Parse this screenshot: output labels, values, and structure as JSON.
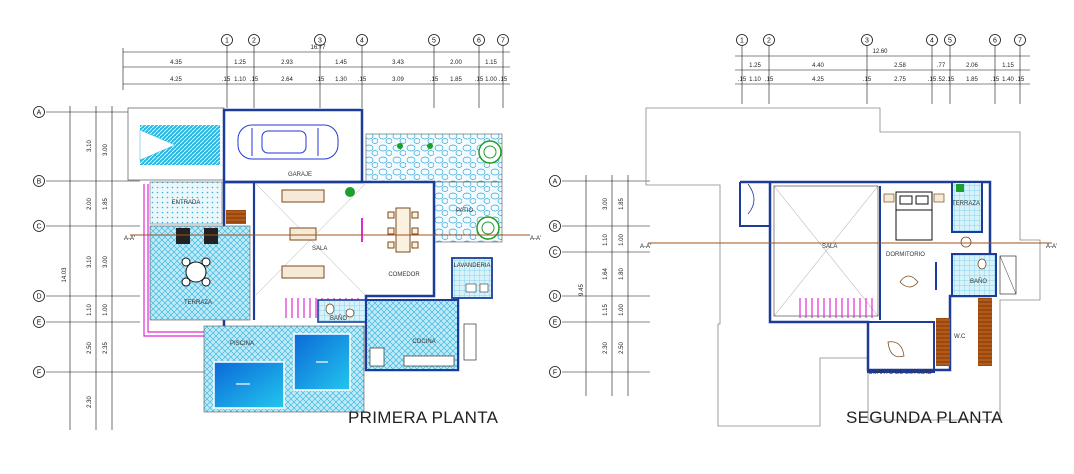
{
  "colors": {
    "wall": "#1c3c9a",
    "pool": "#1aa7e0",
    "tile": "#8fd8ee",
    "wood": "#9c4a14",
    "furniture": "#7a4a1a",
    "magenta": "#e02ad1",
    "axis": "#a0521d",
    "plant": "#1e9e2a",
    "car": "#2436d8"
  },
  "plan1": {
    "title": "PRIMERA PLANTA",
    "total_width": "16.77",
    "dims_row1": [
      "4.35",
      "1.25",
      "2.93",
      "1.45",
      "3.43",
      "2.00",
      "1.15"
    ],
    "dims_row2": [
      "4.25",
      ".15",
      "1.10",
      ".15",
      "2.64",
      ".15",
      "1.30",
      ".15",
      "3.09",
      ".15",
      "1.85",
      ".15",
      "1.00",
      ".15"
    ],
    "column_axes": [
      "1",
      "2",
      "3",
      "4",
      "5",
      "6",
      "7"
    ],
    "row_axes": [
      "A",
      "B",
      "C",
      "D",
      "E",
      "F"
    ],
    "total_height": "14.03",
    "vdims_outer": [
      "3.10",
      "2.00",
      "3.10",
      "1.10",
      "2.50",
      "2.30"
    ],
    "vdims_inner": [
      "3.00",
      "1.85",
      "3.00",
      "1.00",
      "2.35"
    ],
    "section_marks": [
      "A-A'",
      "A-A'"
    ],
    "rooms": {
      "garage": "GARAJE",
      "entrada": "ENTRADA",
      "sala": "SALA",
      "comedor": "COMEDOR",
      "patio": "PATIO",
      "lavanderia": "LAVANDERIA",
      "terraza": "TERRAZA",
      "bano": "BAÑO",
      "cocina": "COCINA",
      "piscina": "PISCINA"
    }
  },
  "plan2": {
    "title": "SEGUNDA PLANTA",
    "total_width": "12.60",
    "dims_row1": [
      "1.25",
      "4.40",
      "2.58",
      ".77",
      "2.06",
      "1.15"
    ],
    "dims_row2": [
      ".15",
      "1.10",
      ".15",
      "4.25",
      ".15",
      "2.75",
      ".15",
      ".52",
      ".15",
      "1.85",
      ".15",
      "1.40",
      ".15"
    ],
    "column_axes": [
      "1",
      "2",
      "3",
      "4",
      "5",
      "6",
      "7"
    ],
    "row_axes": [
      "A",
      "B",
      "C",
      "D",
      "E",
      "F"
    ],
    "total_height": "9.45",
    "vdims_outer": [
      "3.00",
      "1.10",
      "1.64",
      "1.15",
      "2.30"
    ],
    "vdims_inner": [
      "1.85",
      "1.00",
      "1.80",
      "1.00",
      "2.50"
    ],
    "section_marks": [
      "A-A'",
      "A-A'"
    ],
    "rooms": {
      "sala": "SALA",
      "dormitorio": "DORMITORIO",
      "terraza": "TERRAZA",
      "bano": "BAÑO",
      "wc": "W.C",
      "estudio": "CUARTO DE ESTUDIO"
    }
  }
}
